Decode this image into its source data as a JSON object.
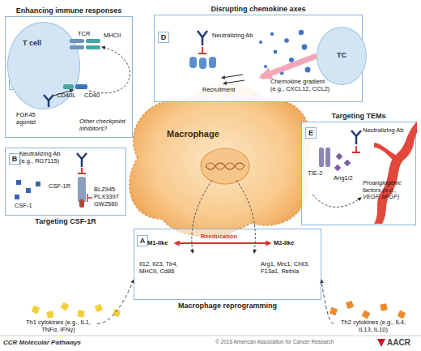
{
  "diagram": {
    "nodes": [
      {
        "text": [
          "Enhancing immune responses",
          "C"
        ]
      },
      {
        "text": [
          "T cell"
        ],
        "in": 0
      },
      {
        "text": [
          "Disrupting chemokine axes",
          "D"
        ]
      },
      {
        "text": [
          "TC"
        ],
        "in": 2
      },
      {
        "text": [
          "Macrophage"
        ]
      },
      {
        "text": [
          "Targeting CSF-1R",
          "B"
        ]
      },
      {
        "text": [
          "Targeting TEMs",
          "E"
        ]
      },
      {
        "text": [
          "Macrophage reprogramming",
          "A"
        ]
      },
      {
        "text": [
          "Th1 cytokines (e.g., IL1, TNFα, IFNγ)"
        ]
      },
      {
        "text": [
          "Th2 cytokines (e.g., IL4, IL13, IL10)"
        ]
      }
    ],
    "edges": [
      {
        "from": 8,
        "to": 7,
        "arrow": "to"
      },
      {
        "from": 9,
        "to": 7,
        "arrow": "to"
      },
      {
        "from": 3,
        "to": 4,
        "arrow": "to"
      }
    ],
    "labels": [
      "TCR",
      "MHCII",
      "CD40L",
      "CD40",
      "FGK45 agonist",
      "Other checkpoint inhibitors?",
      "Neutralizing Ab",
      "Chemokine gradient (e.g., CXCL12, CCL2)",
      "Recruitment",
      "Neutralizing Ab (e.g., RG7115)",
      "CSF-1",
      "CSF-1R",
      "BLZ945",
      "PLX3397",
      "GW2580",
      "Neutralizing Ab",
      "TIE-2",
      "Ang1/2",
      "Proangiogenic factors (e.g., VEGF, bFGF)",
      "M1-like",
      "Reeducation",
      "M2-like",
      "Il12, Il23, Tlr4, MHCII, Cd86",
      "Arg1, Mrc1, Chil3, F13a1, Retnla",
      "© 2016 American Association for Cancer Research",
      "CCR Molecular Pathways",
      "AACR"
    ]
  }
}
